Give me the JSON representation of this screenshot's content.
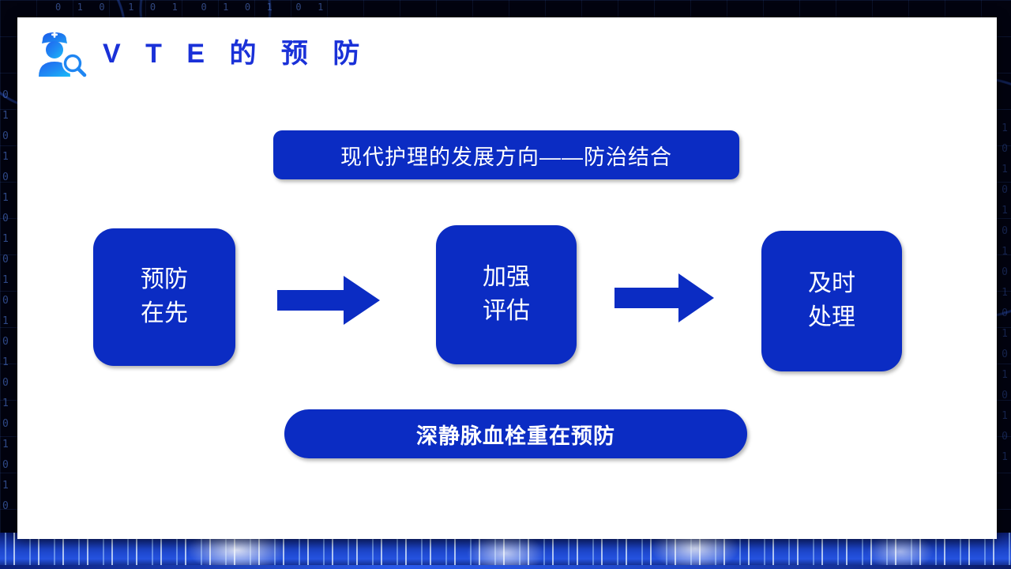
{
  "slide": {
    "background_style": "dark-blue-technology-binary-pattern",
    "card_background": "#ffffff",
    "accent_blue": "#0b2cc3",
    "title_blue": "#1a31d8"
  },
  "header": {
    "icon": "nurse-magnifier-icon",
    "title": "V T E 的 预 防"
  },
  "top_banner": {
    "text": "现代护理的发展方向——防治结合",
    "color": "#0b2cc3",
    "text_color": "#ffffff"
  },
  "flow": {
    "steps": [
      {
        "id": "step-1",
        "text": "预防\n在先",
        "color": "#0b2cc3"
      },
      {
        "id": "step-2",
        "text": "加强\n评估",
        "color": "#0b2cc3"
      },
      {
        "id": "step-3",
        "text": "及时\n处理",
        "color": "#0b2cc3"
      }
    ],
    "connectors": [
      {
        "id": "arrow-1",
        "icon": "right-arrow-icon",
        "color": "#0b2cc3"
      },
      {
        "id": "arrow-2",
        "icon": "right-arrow-icon",
        "color": "#0b2cc3"
      }
    ]
  },
  "bottom_banner": {
    "text": "深静脉血栓重在预防",
    "color": "#0b2cc3",
    "text_color": "#ffffff"
  },
  "decor": {
    "binary_left": "0\n1\n0\n1\n0\n1\n0\n1\n0\n1\n0\n1\n0\n1\n0\n1\n0\n1\n0\n1\n0",
    "binary_top": "0  1  0   1  0  1   0  1  0  1   0  1",
    "binary_right": "1\n0\n1\n0\n1\n0\n1\n0\n1\n0\n1\n0\n1\n0\n1\n0\n1"
  }
}
